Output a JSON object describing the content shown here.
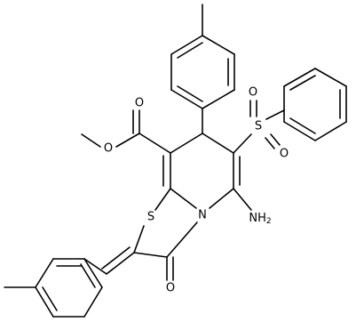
{
  "labels": {
    "ester_o_methyl": "O",
    "ester_o_carbonyl": "O",
    "sulfonyl_s": "S",
    "sulfonyl_o_upper": "O",
    "sulfonyl_o_lower": "O",
    "ring_s": "S",
    "ring_n": "N",
    "nh2": "NH",
    "nh2_subscript": "2",
    "keto_o": "O"
  },
  "colors": {
    "ink": "#000000",
    "background": "#ffffff"
  }
}
